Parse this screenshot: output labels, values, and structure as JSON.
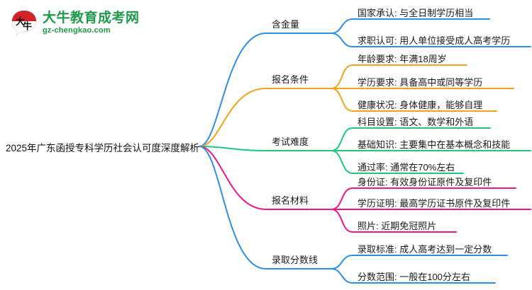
{
  "logo": {
    "mark_name": "daniu-speech-bubble-logo",
    "mark_text": "大牛",
    "title": "大牛教育成考网",
    "subtitle": "gz-chengkao.com",
    "brand_green": "#1e9a4a",
    "brand_red": "#d2232a"
  },
  "mindmap": {
    "root": "2025年广东函授专科学历社会认可度深度解析",
    "branches": [
      {
        "label": "含金量",
        "color": "#2f8fe6",
        "leaves": [
          "国家承认: 与全日制学历相当",
          "求职认可: 用人单位接受成人高考学历"
        ]
      },
      {
        "label": "报名条件",
        "color": "#f0a41e",
        "leaves": [
          "年龄要求: 年满18周岁",
          "学历要求: 具备高中或同等学历",
          "健康状况: 身体健康，能够自理"
        ]
      },
      {
        "label": "考试难度",
        "color": "#1fc77b",
        "leaves": [
          "科目设置: 语文、数学和外语",
          "基础知识: 主要集中在基本概念和技能",
          "通过率: 通常在70%左右"
        ]
      },
      {
        "label": "报名材料",
        "color": "#ee1784",
        "leaves": [
          "身份证: 有效身份证原件及复印件",
          "学历证明: 最高学历证书原件及复印件",
          "照片: 近期免冠照片"
        ]
      },
      {
        "label": "录取分数线",
        "color": "#2f8fe6",
        "leaves": [
          "录取标准: 成人高考达到一定分数",
          "分数范围: 一般在100分左右"
        ]
      }
    ]
  }
}
